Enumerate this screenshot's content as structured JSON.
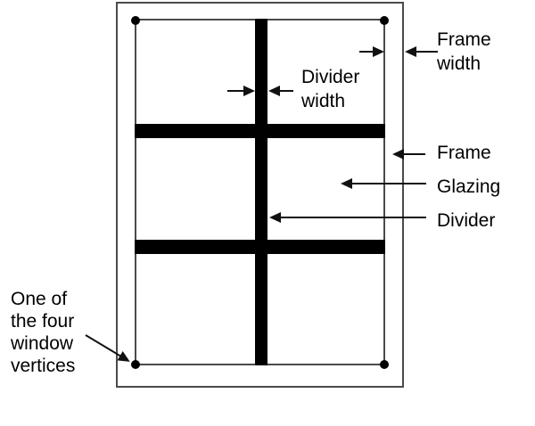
{
  "title": "Window frame and divider geometry diagram",
  "labels": {
    "frame_width": "Frame\nwidth",
    "divider_width": "Divider\nwidth",
    "frame": "Frame",
    "glazing": "Glazing",
    "divider": "Divider",
    "vertex_note": "One of\nthe four\nwindow\nvertices"
  },
  "structure": {
    "glazing_pane_columns": 2,
    "glazing_pane_rows": 3,
    "vertical_dividers": 1,
    "horizontal_dividers": 2,
    "window_vertices": 4
  },
  "colors": {
    "bg": "#ffffff",
    "ink": "#000000",
    "stroke": "#4a4a4a",
    "arrow": "#111111",
    "divider": "#000000"
  }
}
